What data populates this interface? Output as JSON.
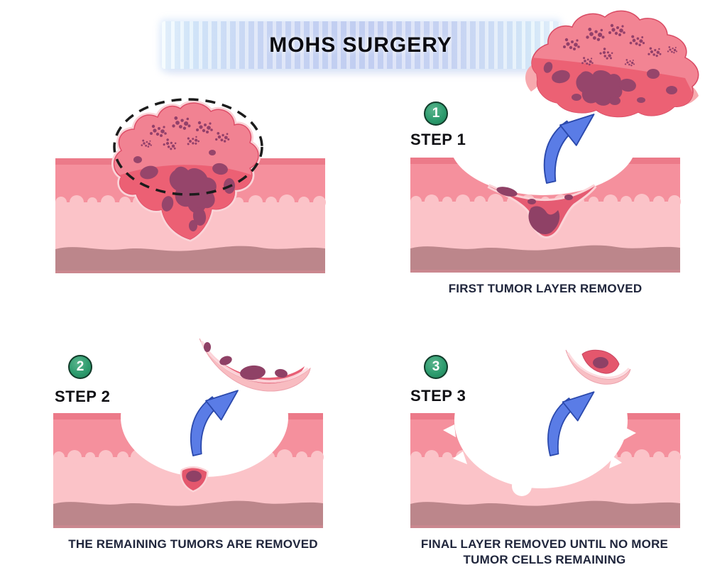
{
  "banner": {
    "title": "MOHS SURGERY"
  },
  "steps": [
    {
      "number": "1",
      "label": "STEP 1",
      "caption": "FIRST TUMOR LAYER REMOVED"
    },
    {
      "number": "2",
      "label": "STEP 2",
      "caption": "THE REMAINING TUMORS ARE REMOVED"
    },
    {
      "number": "3",
      "label": "STEP 3",
      "caption": "FINAL LAYER REMOVED UNTIL NO MORE TUMOR CELLS REMAINING"
    }
  ],
  "icons": {
    "step_badge": "numbered-circle-icon",
    "excision_arrow": "curved-up-arrow-icon",
    "tumor_margin": "dashed-ellipse-outline"
  },
  "palette": {
    "banner_blue": "#c9d3f2",
    "banner_edge_cyan": "#eef9fd",
    "badge_green": "#2d9c6e",
    "badge_border": "#123b2a",
    "arrow_blue": "#5a7ce6",
    "arrow_outline": "#2b49ac",
    "epidermis_pink": "#f5909d",
    "epidermis_top": "#ec7a89",
    "dermis_pink": "#fbc3c8",
    "deep_tissue_mauve": "#bc868b",
    "tumor_red": "#ee6478",
    "tumor_light": "#f18292",
    "tumor_purple": "#96456b",
    "excision_halo": "#fad4d8",
    "caption_navy": "#20263c",
    "title_black": "#0c0c12"
  }
}
